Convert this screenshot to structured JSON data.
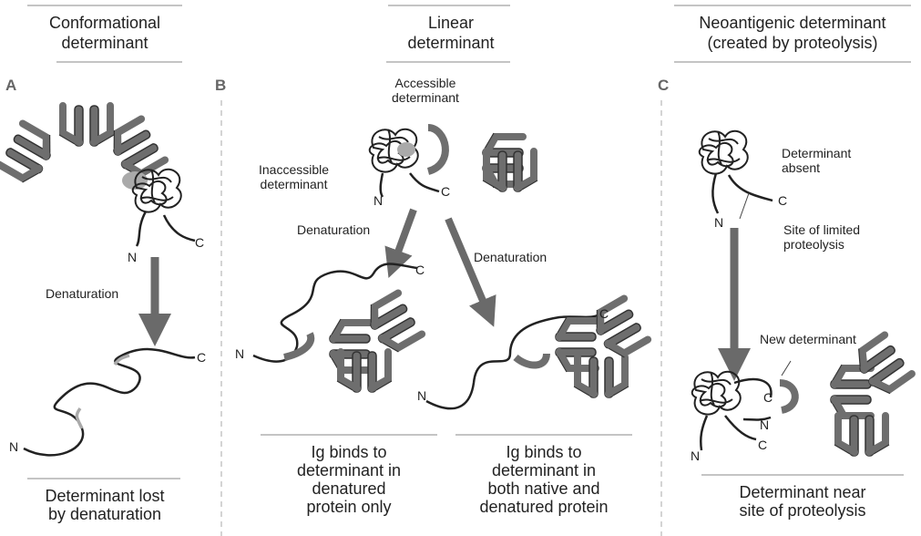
{
  "headers": {
    "conformational": "Conformational\ndeterminant",
    "linear": "Linear\ndeterminant",
    "neoantigenic": "Neoantigenic determinant\n(created by proteolysis)"
  },
  "panels": {
    "a": "A",
    "b": "B",
    "c": "C"
  },
  "labels": {
    "denaturation_a": "Denaturation",
    "accessible": "Accessible\ndeterminant",
    "inaccessible": "Inaccessible\ndeterminant",
    "denaturation_b1": "Denaturation",
    "denaturation_b2": "Denaturation",
    "determinant_absent": "Determinant\nabsent",
    "site_limited": "Site of limited\nproteolysis",
    "new_determinant": "New determinant"
  },
  "termini": {
    "n": "N",
    "c": "C"
  },
  "captions": {
    "a": "Determinant lost\nby denaturation",
    "b1": "Ig binds to\ndeterminant in\ndenatured\nprotein only",
    "b2": "Ig binds to\ndeterminant in\nboth native and\ndenatured protein",
    "c": "Determinant near\nsite of proteolysis"
  },
  "colors": {
    "antibody": "#6e6e6e",
    "antibody_edge": "#333333",
    "chain": "#222222",
    "arrow": "#6a6a6a",
    "divider": "#aaaaaa"
  }
}
